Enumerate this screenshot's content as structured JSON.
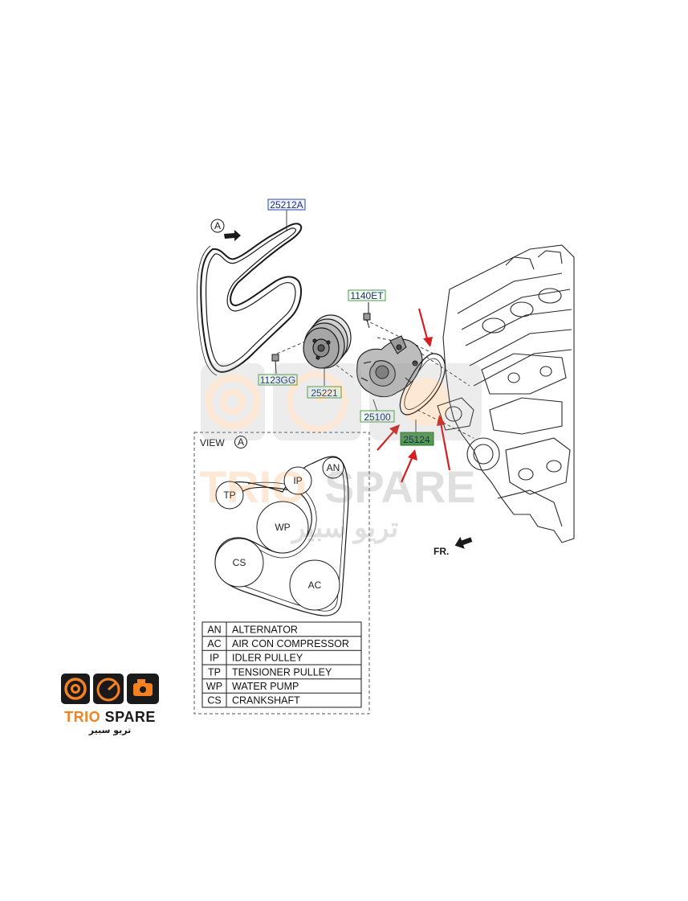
{
  "part_tags": {
    "belt": "25212A",
    "bolt_top": "1140ET",
    "bolt_pulley": "1123GG",
    "pulley": "25221",
    "water_pump": "25100",
    "gasket": "25124"
  },
  "view_marker": {
    "letter": "A"
  },
  "view_box": {
    "title": "VIEW",
    "letter": "A"
  },
  "front_label": "FR.",
  "pulleys": {
    "an": "AN",
    "ip": "IP",
    "tp": "TP",
    "wp": "WP",
    "cs": "CS",
    "ac": "AC"
  },
  "legend": [
    {
      "code": "AN",
      "name": "ALTERNATOR"
    },
    {
      "code": "AC",
      "name": "AIR CON COMPRESSOR"
    },
    {
      "code": "IP",
      "name": "IDLER PULLEY"
    },
    {
      "code": "TP",
      "name": "TENSIONER PULLEY"
    },
    {
      "code": "WP",
      "name": "WATER PUMP"
    },
    {
      "code": "CS",
      "name": "CRANKSHAFT"
    }
  ],
  "watermark": {
    "brand_a": "TRIO",
    "brand_b": "SPARE",
    "arabic": "تريو سبير"
  },
  "logo": {
    "brand_a": "TRIO",
    "brand_b": "SPARE",
    "arabic": "تريو سبير"
  },
  "colors": {
    "tag_blue_border": "#2b4aa8",
    "tag_green_fill": "#4f9a4a",
    "arrow_red": "#d42020",
    "brand_orange": "#f58220"
  }
}
